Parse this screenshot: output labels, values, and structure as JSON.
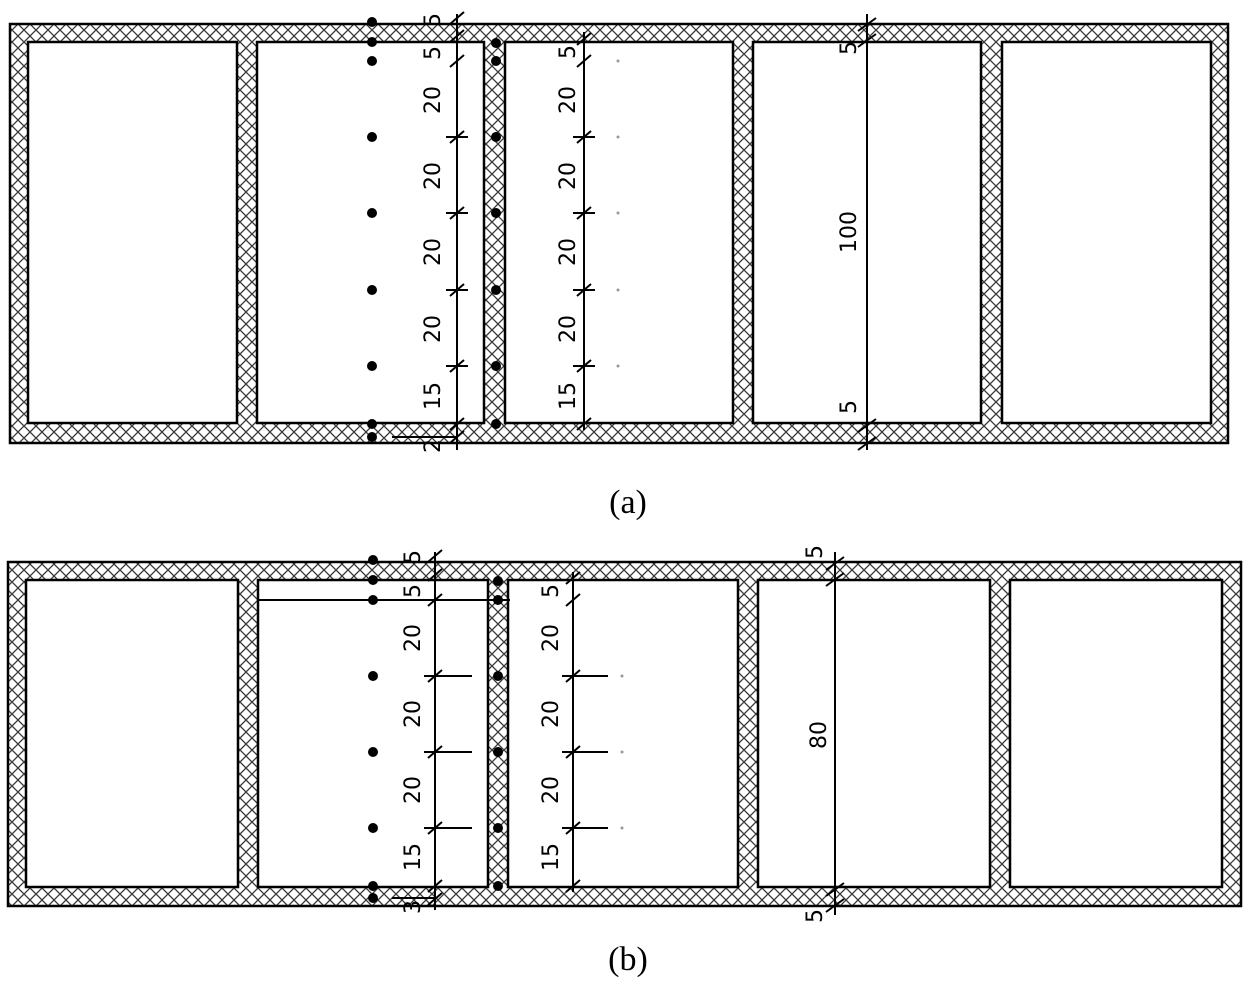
{
  "figures": [
    {
      "caption": "(a)",
      "left_dims": [
        "5",
        "5",
        "20",
        "20",
        "20",
        "20",
        "15",
        "2"
      ],
      "right_dims": [
        "5",
        "20",
        "20",
        "20",
        "20",
        "15"
      ],
      "span_dim": {
        "top": "5",
        "mid": "100",
        "bottom": "5"
      }
    },
    {
      "caption": "(b)",
      "left_dims": [
        "5",
        "5",
        "20",
        "20",
        "20",
        "15",
        "3"
      ],
      "right_dims": [
        "5",
        "20",
        "20",
        "20",
        "15"
      ],
      "span_dim": {
        "top": "5",
        "mid": "80",
        "bottom": "5"
      }
    }
  ],
  "colors": {
    "line": "#000000",
    "hatch": "#444444",
    "background": "#ffffff"
  }
}
